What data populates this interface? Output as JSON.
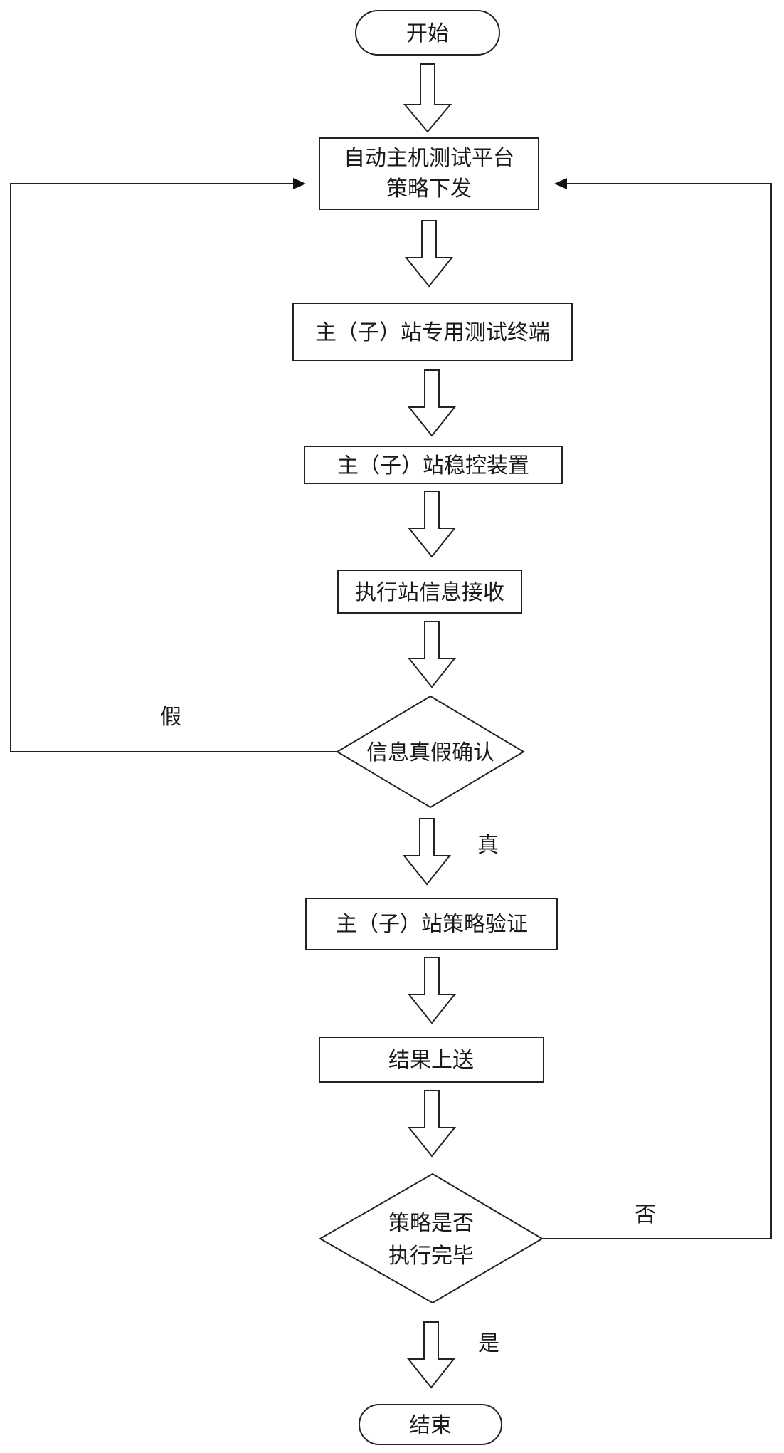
{
  "nodes": {
    "start": "开始",
    "platform_line1": "自动主机测试平台",
    "platform_line2": "策略下发",
    "terminal": "主（子）站专用测试终端",
    "device": "主（子）站稳控装置",
    "receive": "执行站信息接收",
    "confirm": "信息真假确认",
    "verify": "主（子）站策略验证",
    "upload": "结果上送",
    "done_line1": "策略是否",
    "done_line2": "执行完毕",
    "end": "结束"
  },
  "edges": {
    "false_label": "假",
    "true_label": "真",
    "no_label": "否",
    "yes_label": "是"
  }
}
